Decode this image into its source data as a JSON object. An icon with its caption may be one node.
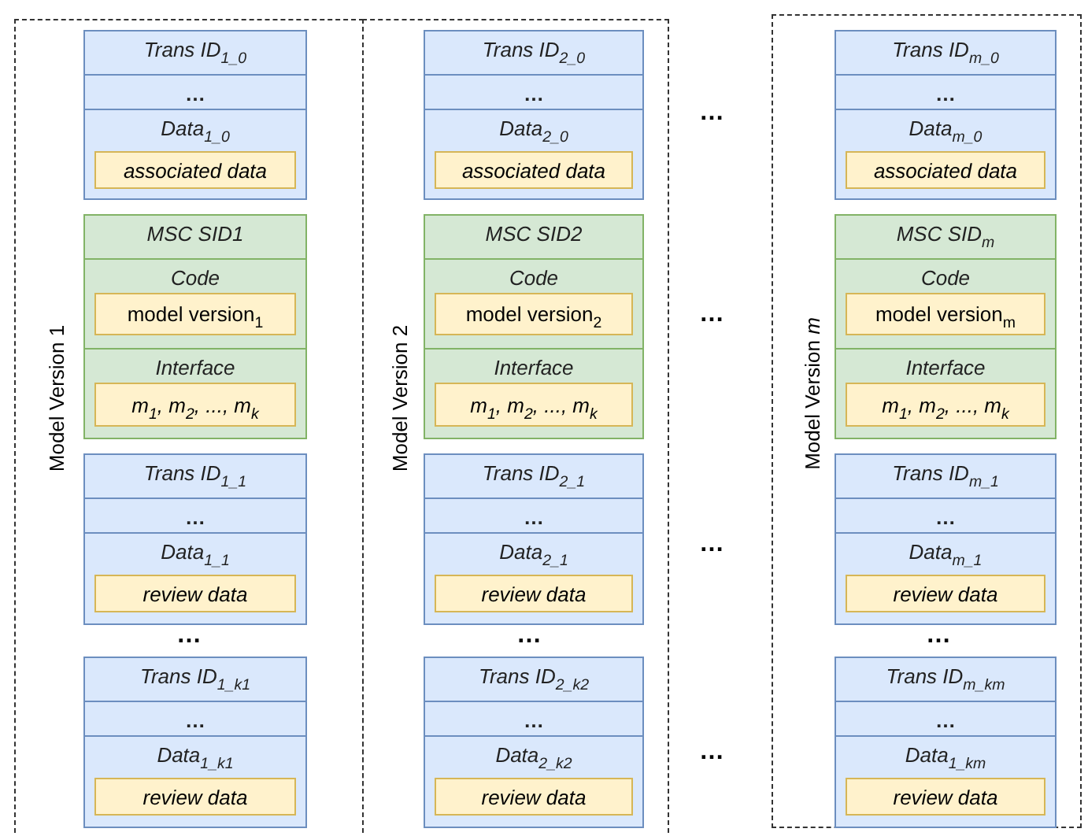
{
  "diagram": {
    "nodes": [
      {
        "text": [
          "Model Version 1"
        ]
      },
      {
        "text": [
          "Trans ID$_{1_0}$",
          "…",
          "Data$_{1_0}$"
        ],
        "in": 0
      },
      {
        "text": [
          "associated data"
        ],
        "in": 1
      },
      {
        "text": [
          "MSC SID1",
          "Code",
          "Interface"
        ],
        "in": 0
      },
      {
        "text": [
          "model version$_{1}$"
        ],
        "in": 3
      },
      {
        "text": [
          "m$_{1}$, m$_{2}$, ..., m$_{k}$"
        ],
        "in": 3
      },
      {
        "text": [
          "Trans ID$_{1_1}$",
          "…",
          "Data$_{1_1}$"
        ],
        "in": 0
      },
      {
        "text": [
          "review data"
        ],
        "in": 6
      },
      {
        "text": [
          "Trans ID$_{1_k1}$",
          "…",
          "Data$_{1_k1}$"
        ],
        "in": 0
      },
      {
        "text": [
          "review data"
        ],
        "in": 8
      },
      {
        "text": [
          "Model Version 2"
        ]
      },
      {
        "text": [
          "Trans ID$_{2_0}$",
          "…",
          "Data$_{2_0}$"
        ],
        "in": 10
      },
      {
        "text": [
          "associated data"
        ],
        "in": 11
      },
      {
        "text": [
          "MSC SID2",
          "Code",
          "Interface"
        ],
        "in": 10
      },
      {
        "text": [
          "model version$_{2}$"
        ],
        "in": 13
      },
      {
        "text": [
          "m$_{1}$, m$_{2}$, ..., m$_{k}$"
        ],
        "in": 13
      },
      {
        "text": [
          "Trans ID$_{2_1}$",
          "…",
          "Data$_{2_1}$"
        ],
        "in": 10
      },
      {
        "text": [
          "review data"
        ],
        "in": 16
      },
      {
        "text": [
          "Trans ID$_{2_k2}$",
          "…",
          "Data$_{2_k2}$"
        ],
        "in": 10
      },
      {
        "text": [
          "review data"
        ],
        "in": 18
      },
      {
        "text": [
          "Model Version *m*"
        ]
      },
      {
        "text": [
          "Trans ID$_{m_0}$",
          "…",
          "Data$_{m_0}$"
        ],
        "in": 20
      },
      {
        "text": [
          "associated data"
        ],
        "in": 21
      },
      {
        "text": [
          "MSC SID$_{m}$",
          "Code",
          "Interface"
        ],
        "in": 20
      },
      {
        "text": [
          "model version$_{m}$"
        ],
        "in": 23
      },
      {
        "text": [
          "m$_{1}$, m$_{2}$, ..., m$_{k}$"
        ],
        "in": 23
      },
      {
        "text": [
          "Trans ID$_{m_1}$",
          "…",
          "Data$_{m_1}$"
        ],
        "in": 20
      },
      {
        "text": [
          "review data"
        ],
        "in": 26
      },
      {
        "text": [
          "Trans ID$_{m_km}$",
          "…",
          "Data$_{1_km}$"
        ],
        "in": 20
      },
      {
        "text": [
          "review data"
        ],
        "in": 28
      }
    ],
    "labels": [
      "…",
      "…",
      "…",
      "…",
      "…",
      "…",
      "…"
    ]
  }
}
